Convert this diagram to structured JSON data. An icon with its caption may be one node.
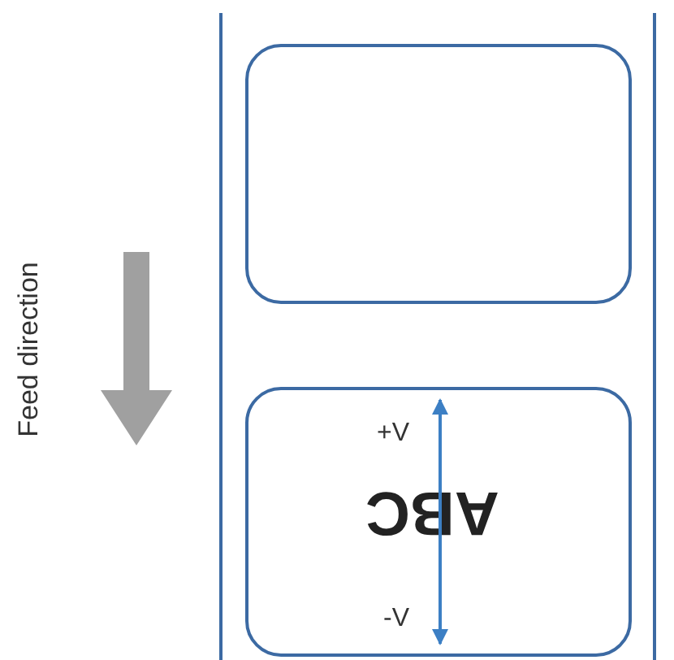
{
  "diagram": {
    "nodes": [
      {
        "text": [],
        "shape": "box"
      },
      {
        "text": [
          "ABC"
        ]
      }
    ],
    "labels": [
      "Feed direction",
      "+V",
      "-V"
    ]
  }
}
